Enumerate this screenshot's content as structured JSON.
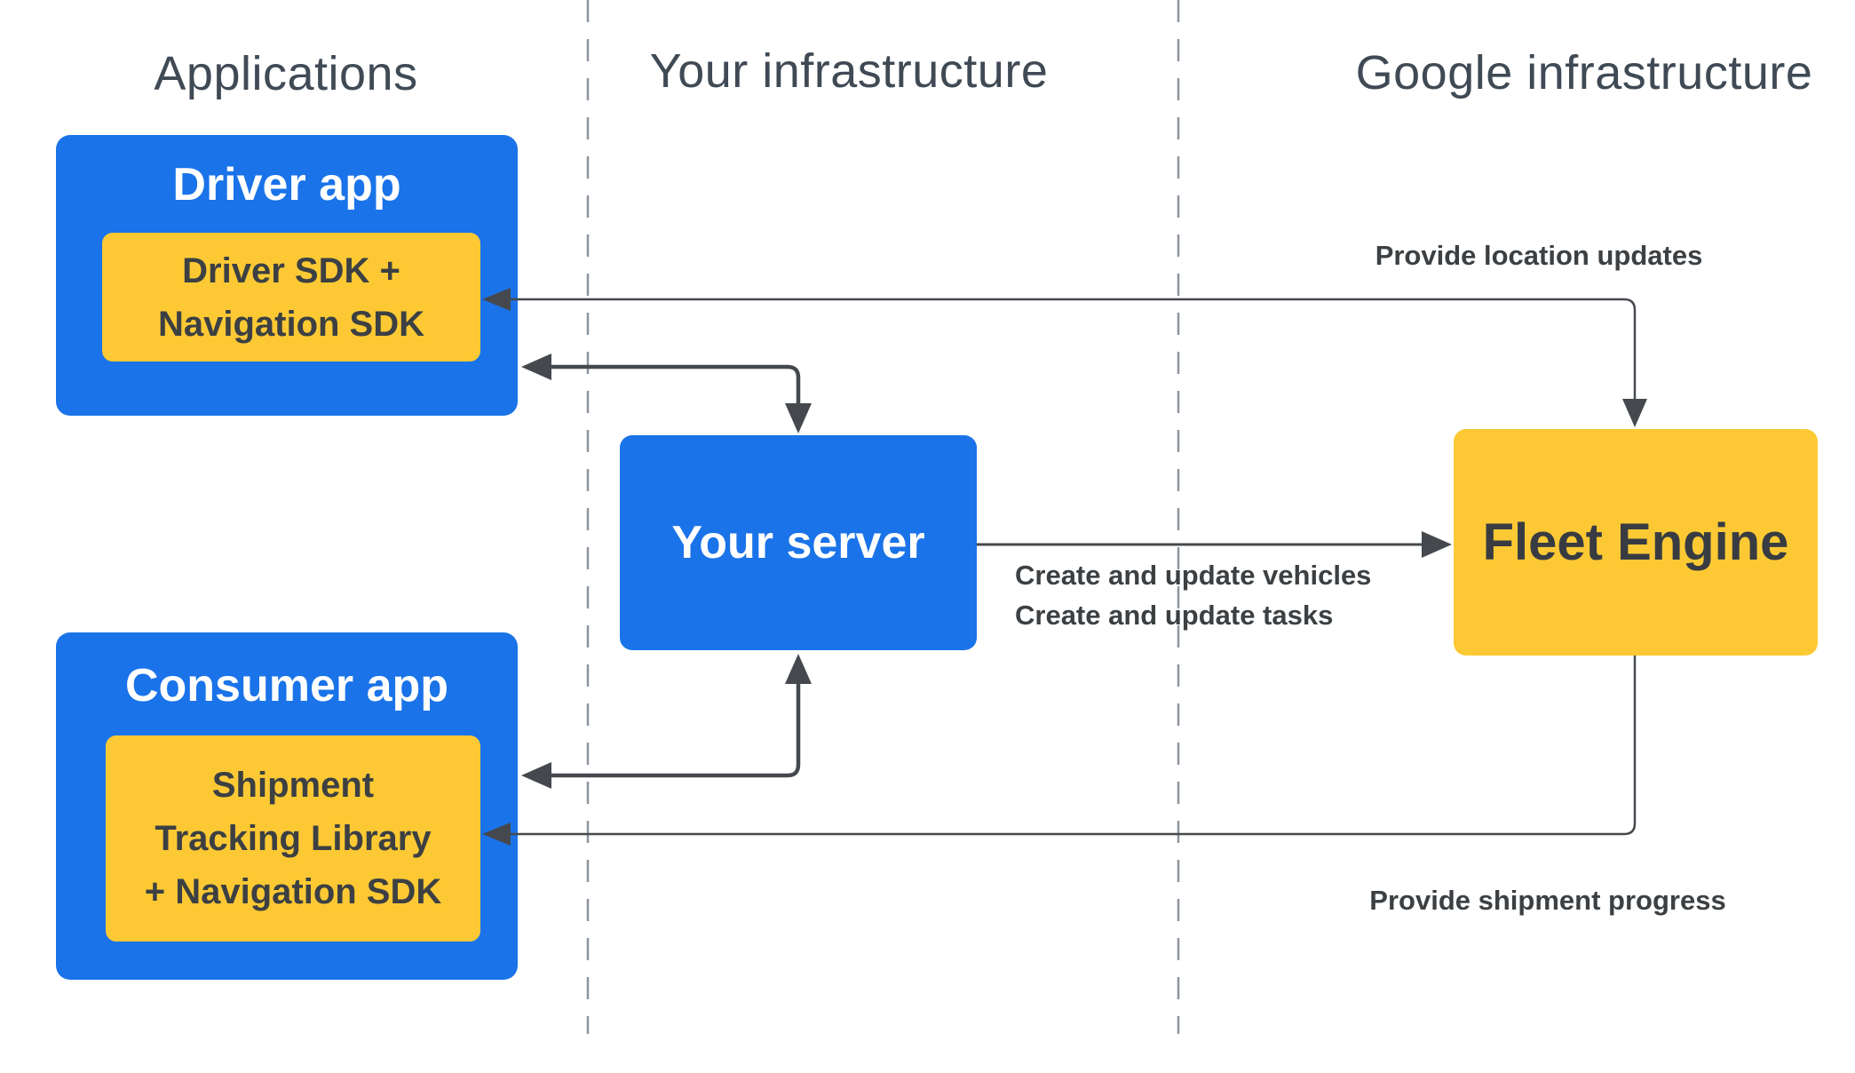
{
  "palette": {
    "box_blue": "#1a73e8",
    "box_yellow": "#fcc934",
    "dark_text": "#3c4043",
    "header_text": "#3f4a55",
    "arrow_line": "#45494e",
    "dashed_divider": "#8e959e",
    "box_title_on_blue": "#ffffff"
  },
  "headers": {
    "applications": "Applications",
    "your_infrastructure": "Your infrastructure",
    "google_infrastructure": "Google infrastructure"
  },
  "boxes": {
    "driver_app": {
      "title": "Driver app",
      "sdk_lines": [
        "Driver SDK +",
        "Navigation SDK"
      ]
    },
    "consumer_app": {
      "title": "Consumer app",
      "sdk_lines": [
        "Shipment",
        "Tracking Library",
        "+ Navigation SDK"
      ]
    },
    "your_server": {
      "title": "Your server"
    },
    "fleet_engine": {
      "title": "Fleet Engine"
    }
  },
  "arrow_labels": {
    "provide_location_updates": "Provide location updates",
    "create_update_lines": [
      "Create and update vehicles",
      "Create and update tasks"
    ],
    "provide_shipment_progress": "Provide shipment progress"
  }
}
